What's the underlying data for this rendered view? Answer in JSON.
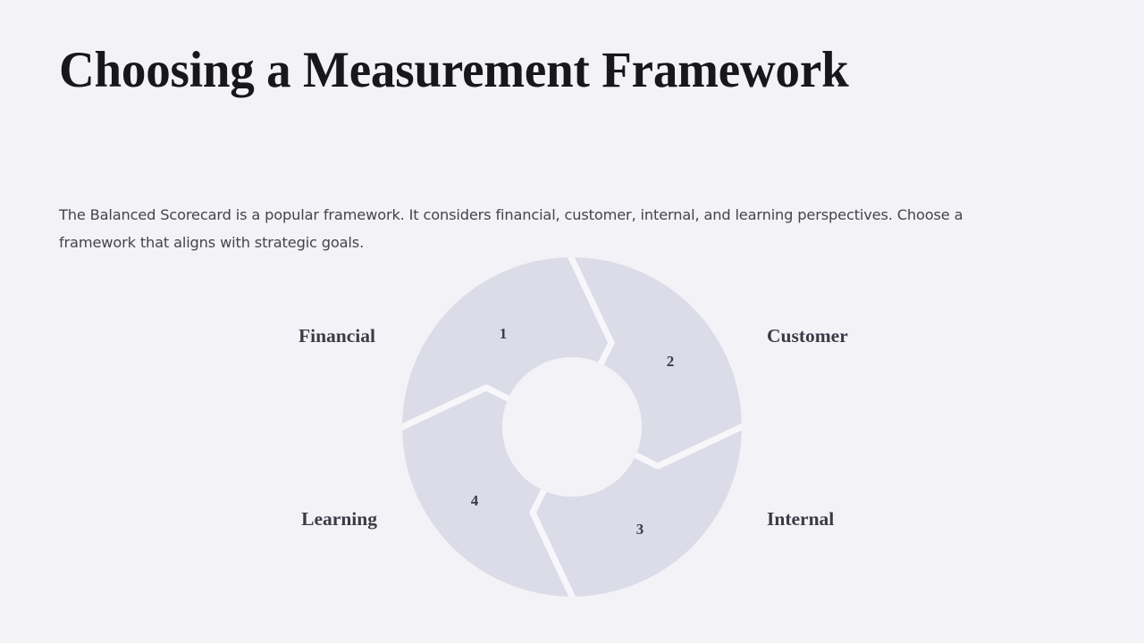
{
  "slide": {
    "title": "Choosing a Measurement Framework",
    "body": "The Balanced Scorecard is a popular framework. It considers financial, customer, internal, and learning perspectives. Choose a framework that aligns with strategic goals.",
    "background_color": "#f3f2f7",
    "title_color": "#17171c",
    "body_color": "#44444c"
  },
  "diagram": {
    "type": "donut-cycle",
    "segment_fill": "#dcdce8",
    "divider_color": "#f7f7fb",
    "label_color": "#3b3b47",
    "segments": [
      {
        "number": "1",
        "label": "Financial",
        "position": "top-left"
      },
      {
        "number": "2",
        "label": "Customer",
        "position": "top-right"
      },
      {
        "number": "3",
        "label": "Internal",
        "position": "bottom-right"
      },
      {
        "number": "4",
        "label": "Learning",
        "position": "bottom-left"
      }
    ]
  },
  "chart_data": {
    "type": "pie",
    "title": "",
    "categories": [
      "Financial",
      "Customer",
      "Internal",
      "Learning"
    ],
    "values": [
      25,
      25,
      25,
      25
    ],
    "labels": [
      "1",
      "2",
      "3",
      "4"
    ],
    "legend_position": "outside-corners",
    "donut": true,
    "inner_radius_ratio": 0.41
  }
}
